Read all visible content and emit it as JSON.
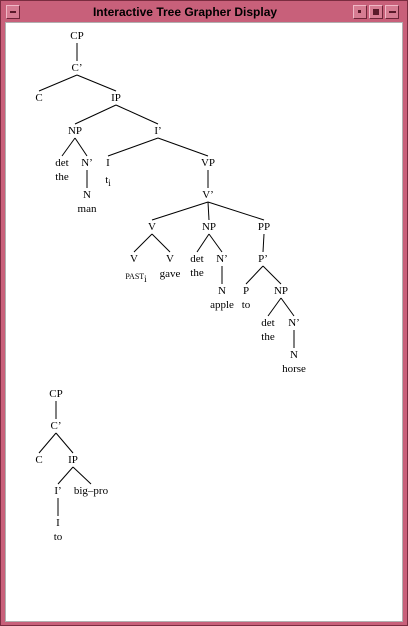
{
  "window": {
    "title": "Interactive Tree Grapher Display"
  },
  "trees": [
    {
      "nodes": [
        {
          "id": "cp",
          "label": "CP"
        },
        {
          "id": "c1",
          "label": "C’"
        },
        {
          "id": "c",
          "label": "C"
        },
        {
          "id": "ip",
          "label": "IP"
        },
        {
          "id": "np1",
          "label": "NP"
        },
        {
          "id": "ibar",
          "label": "I’"
        },
        {
          "id": "det1",
          "label": "det"
        },
        {
          "id": "the1",
          "label": "the"
        },
        {
          "id": "n1bar",
          "label": "N’"
        },
        {
          "id": "n1",
          "label": "N"
        },
        {
          "id": "man",
          "label": "man"
        },
        {
          "id": "i",
          "label": "I"
        },
        {
          "id": "ti",
          "label": "t",
          "sub": "i"
        },
        {
          "id": "vp",
          "label": "VP"
        },
        {
          "id": "vbar",
          "label": "V’"
        },
        {
          "id": "v1",
          "label": "V"
        },
        {
          "id": "np2",
          "label": "NP"
        },
        {
          "id": "pp",
          "label": "PP"
        },
        {
          "id": "v2",
          "label": "V"
        },
        {
          "id": "v3",
          "label": "V"
        },
        {
          "id": "past",
          "label": "PAST",
          "sub": "i",
          "small": true
        },
        {
          "id": "gave",
          "label": "gave"
        },
        {
          "id": "det2",
          "label": "det"
        },
        {
          "id": "the2",
          "label": "the"
        },
        {
          "id": "n2bar",
          "label": "N’"
        },
        {
          "id": "n2",
          "label": "N"
        },
        {
          "id": "apple",
          "label": "apple"
        },
        {
          "id": "pbar",
          "label": "P’"
        },
        {
          "id": "p",
          "label": "P"
        },
        {
          "id": "to1",
          "label": "to"
        },
        {
          "id": "np3",
          "label": "NP"
        },
        {
          "id": "det3",
          "label": "det"
        },
        {
          "id": "the3",
          "label": "the"
        },
        {
          "id": "n3bar",
          "label": "N’"
        },
        {
          "id": "n3",
          "label": "N"
        },
        {
          "id": "horse",
          "label": "horse"
        }
      ]
    },
    {
      "nodes": [
        {
          "id": "cp2",
          "label": "CP"
        },
        {
          "id": "c2bar",
          "label": "C’"
        },
        {
          "id": "c2",
          "label": "C"
        },
        {
          "id": "ip2",
          "label": "IP"
        },
        {
          "id": "i2bar",
          "label": "I’"
        },
        {
          "id": "bigpro",
          "label": "big–pro"
        },
        {
          "id": "i2",
          "label": "I"
        },
        {
          "id": "to2",
          "label": "to"
        }
      ]
    }
  ]
}
